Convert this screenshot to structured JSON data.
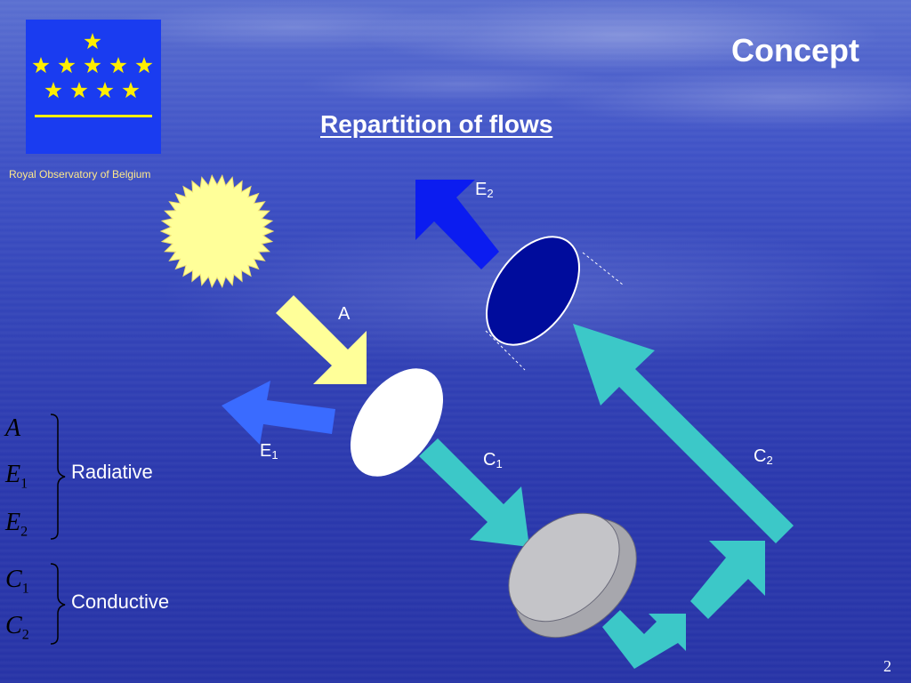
{
  "header": {
    "title": "Concept",
    "subtitle": "Repartition of  flows",
    "organization": "Royal Observatory of Belgium"
  },
  "flows": {
    "A": "A",
    "E1": {
      "base": "E",
      "sub": "1"
    },
    "E2": {
      "base": "E",
      "sub": "2"
    },
    "C1": {
      "base": "C",
      "sub": "1"
    },
    "C2": {
      "base": "C",
      "sub": "2"
    }
  },
  "legend": {
    "radiative": {
      "label": "Radiative",
      "terms": [
        {
          "base": "A",
          "sub": ""
        },
        {
          "base": "E",
          "sub": "1"
        },
        {
          "base": "E",
          "sub": "2"
        }
      ]
    },
    "conductive": {
      "label": "Conductive",
      "terms": [
        {
          "base": "C",
          "sub": "1"
        },
        {
          "base": "C",
          "sub": "2"
        }
      ]
    }
  },
  "colors": {
    "sun": "#ffff99",
    "arrow_A": "#ffff99",
    "arrow_E1": "#3a6bff",
    "arrow_E2": "#0b1cf0",
    "arrow_conductive": "#3cc8c8",
    "flag_blue": "#1a3cf0",
    "flag_stars": "#ffee00"
  },
  "footer": {
    "page_number": "2"
  }
}
